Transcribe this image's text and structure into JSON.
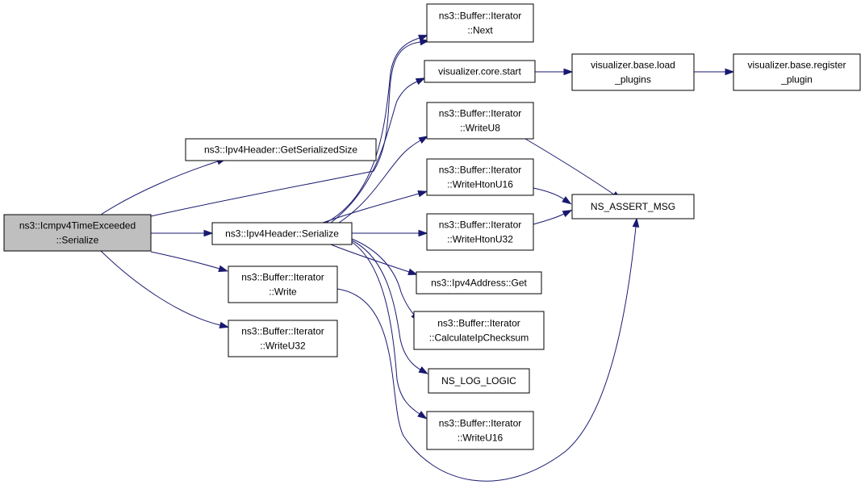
{
  "graph": {
    "nodes": [
      {
        "id": "root",
        "lines": [
          "ns3::Icmpv4TimeExceeded",
          "::Serialize"
        ],
        "highlighted": true
      },
      {
        "id": "getSerializedSize",
        "lines": [
          "ns3::Ipv4Header::GetSerializedSize"
        ]
      },
      {
        "id": "ipv4Serialize",
        "lines": [
          "ns3::Ipv4Header::Serialize"
        ]
      },
      {
        "id": "bufWrite",
        "lines": [
          "ns3::Buffer::Iterator",
          "::Write"
        ]
      },
      {
        "id": "bufWriteU32",
        "lines": [
          "ns3::Buffer::Iterator",
          "::WriteU32"
        ]
      },
      {
        "id": "bufNext",
        "lines": [
          "ns3::Buffer::Iterator",
          "::Next"
        ]
      },
      {
        "id": "vizStart",
        "lines": [
          "visualizer.core.start"
        ]
      },
      {
        "id": "bufWriteU8",
        "lines": [
          "ns3::Buffer::Iterator",
          "::WriteU8"
        ]
      },
      {
        "id": "bufWriteHtonU16",
        "lines": [
          "ns3::Buffer::Iterator",
          "::WriteHtonU16"
        ]
      },
      {
        "id": "bufWriteHtonU32",
        "lines": [
          "ns3::Buffer::Iterator",
          "::WriteHtonU32"
        ]
      },
      {
        "id": "ipv4AddrGet",
        "lines": [
          "ns3::Ipv4Address::Get"
        ]
      },
      {
        "id": "bufChecksum",
        "lines": [
          "ns3::Buffer::Iterator",
          "::CalculateIpChecksum"
        ]
      },
      {
        "id": "nsLogLogic",
        "lines": [
          "NS_LOG_LOGIC"
        ]
      },
      {
        "id": "bufWriteU16",
        "lines": [
          "ns3::Buffer::Iterator",
          "::WriteU16"
        ]
      },
      {
        "id": "vizLoad",
        "lines": [
          "visualizer.base.load",
          "_plugins"
        ]
      },
      {
        "id": "vizRegister",
        "lines": [
          "visualizer.base.register",
          "_plugin"
        ]
      },
      {
        "id": "nsAssert",
        "lines": [
          "NS_ASSERT_MSG"
        ]
      }
    ],
    "edges": [
      {
        "from": "root",
        "to": "getSerializedSize"
      },
      {
        "from": "root",
        "to": "ipv4Serialize"
      },
      {
        "from": "root",
        "to": "bufWrite"
      },
      {
        "from": "root",
        "to": "bufWriteU32"
      },
      {
        "from": "root",
        "to": "bufNext"
      },
      {
        "from": "ipv4Serialize",
        "to": "bufNext"
      },
      {
        "from": "ipv4Serialize",
        "to": "vizStart"
      },
      {
        "from": "ipv4Serialize",
        "to": "bufWriteU8"
      },
      {
        "from": "ipv4Serialize",
        "to": "bufWriteHtonU16"
      },
      {
        "from": "ipv4Serialize",
        "to": "bufWriteHtonU32"
      },
      {
        "from": "ipv4Serialize",
        "to": "ipv4AddrGet"
      },
      {
        "from": "ipv4Serialize",
        "to": "bufChecksum"
      },
      {
        "from": "ipv4Serialize",
        "to": "nsLogLogic"
      },
      {
        "from": "ipv4Serialize",
        "to": "bufWriteU16"
      },
      {
        "from": "vizStart",
        "to": "vizLoad"
      },
      {
        "from": "vizLoad",
        "to": "vizRegister"
      },
      {
        "from": "bufWriteU8",
        "to": "nsAssert"
      },
      {
        "from": "bufWriteHtonU16",
        "to": "nsAssert"
      },
      {
        "from": "bufWriteHtonU32",
        "to": "nsAssert"
      },
      {
        "from": "bufWrite",
        "to": "nsAssert"
      }
    ],
    "colors": {
      "edge": "#191970",
      "node_fill": "#ffffff",
      "root_fill": "#bfbfbf",
      "border": "#000000"
    }
  }
}
